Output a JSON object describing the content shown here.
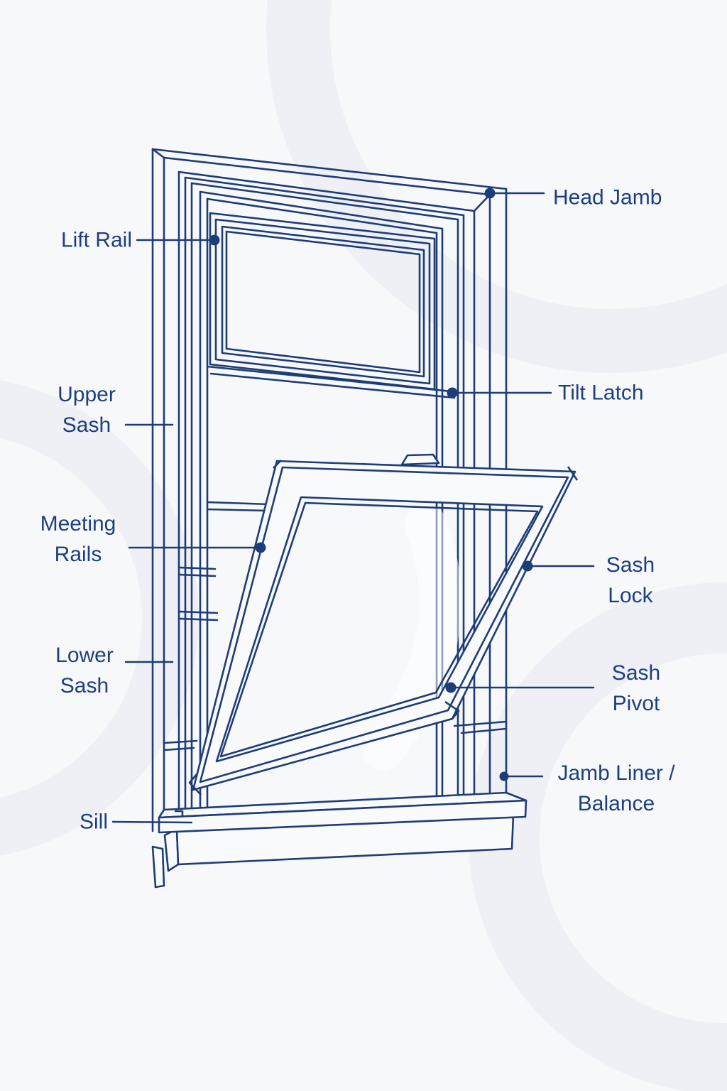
{
  "diagram": {
    "colors": {
      "background": "#f7f8fa",
      "line": "#1e3c78",
      "text": "#1e3e82",
      "dot": "#1e3c78"
    },
    "labels": [
      {
        "id": "lift-rail",
        "text": "Lift Rail"
      },
      {
        "id": "head-jamb",
        "text": "Head Jamb"
      },
      {
        "id": "upper-sash",
        "lines": [
          "Upper",
          "Sash"
        ]
      },
      {
        "id": "tilt-latch",
        "text": "Tilt Latch"
      },
      {
        "id": "meeting-rails",
        "lines": [
          "Meeting",
          "Rails"
        ]
      },
      {
        "id": "sash-lock",
        "lines": [
          "Sash",
          "Lock"
        ]
      },
      {
        "id": "lower-sash",
        "lines": [
          "Lower",
          "Sash"
        ]
      },
      {
        "id": "sash-pivot",
        "lines": [
          "Sash",
          "Pivot"
        ]
      },
      {
        "id": "sill",
        "text": "Sill"
      },
      {
        "id": "jamb-liner-balance",
        "lines": [
          "Jamb Liner /",
          "Balance"
        ]
      }
    ]
  }
}
